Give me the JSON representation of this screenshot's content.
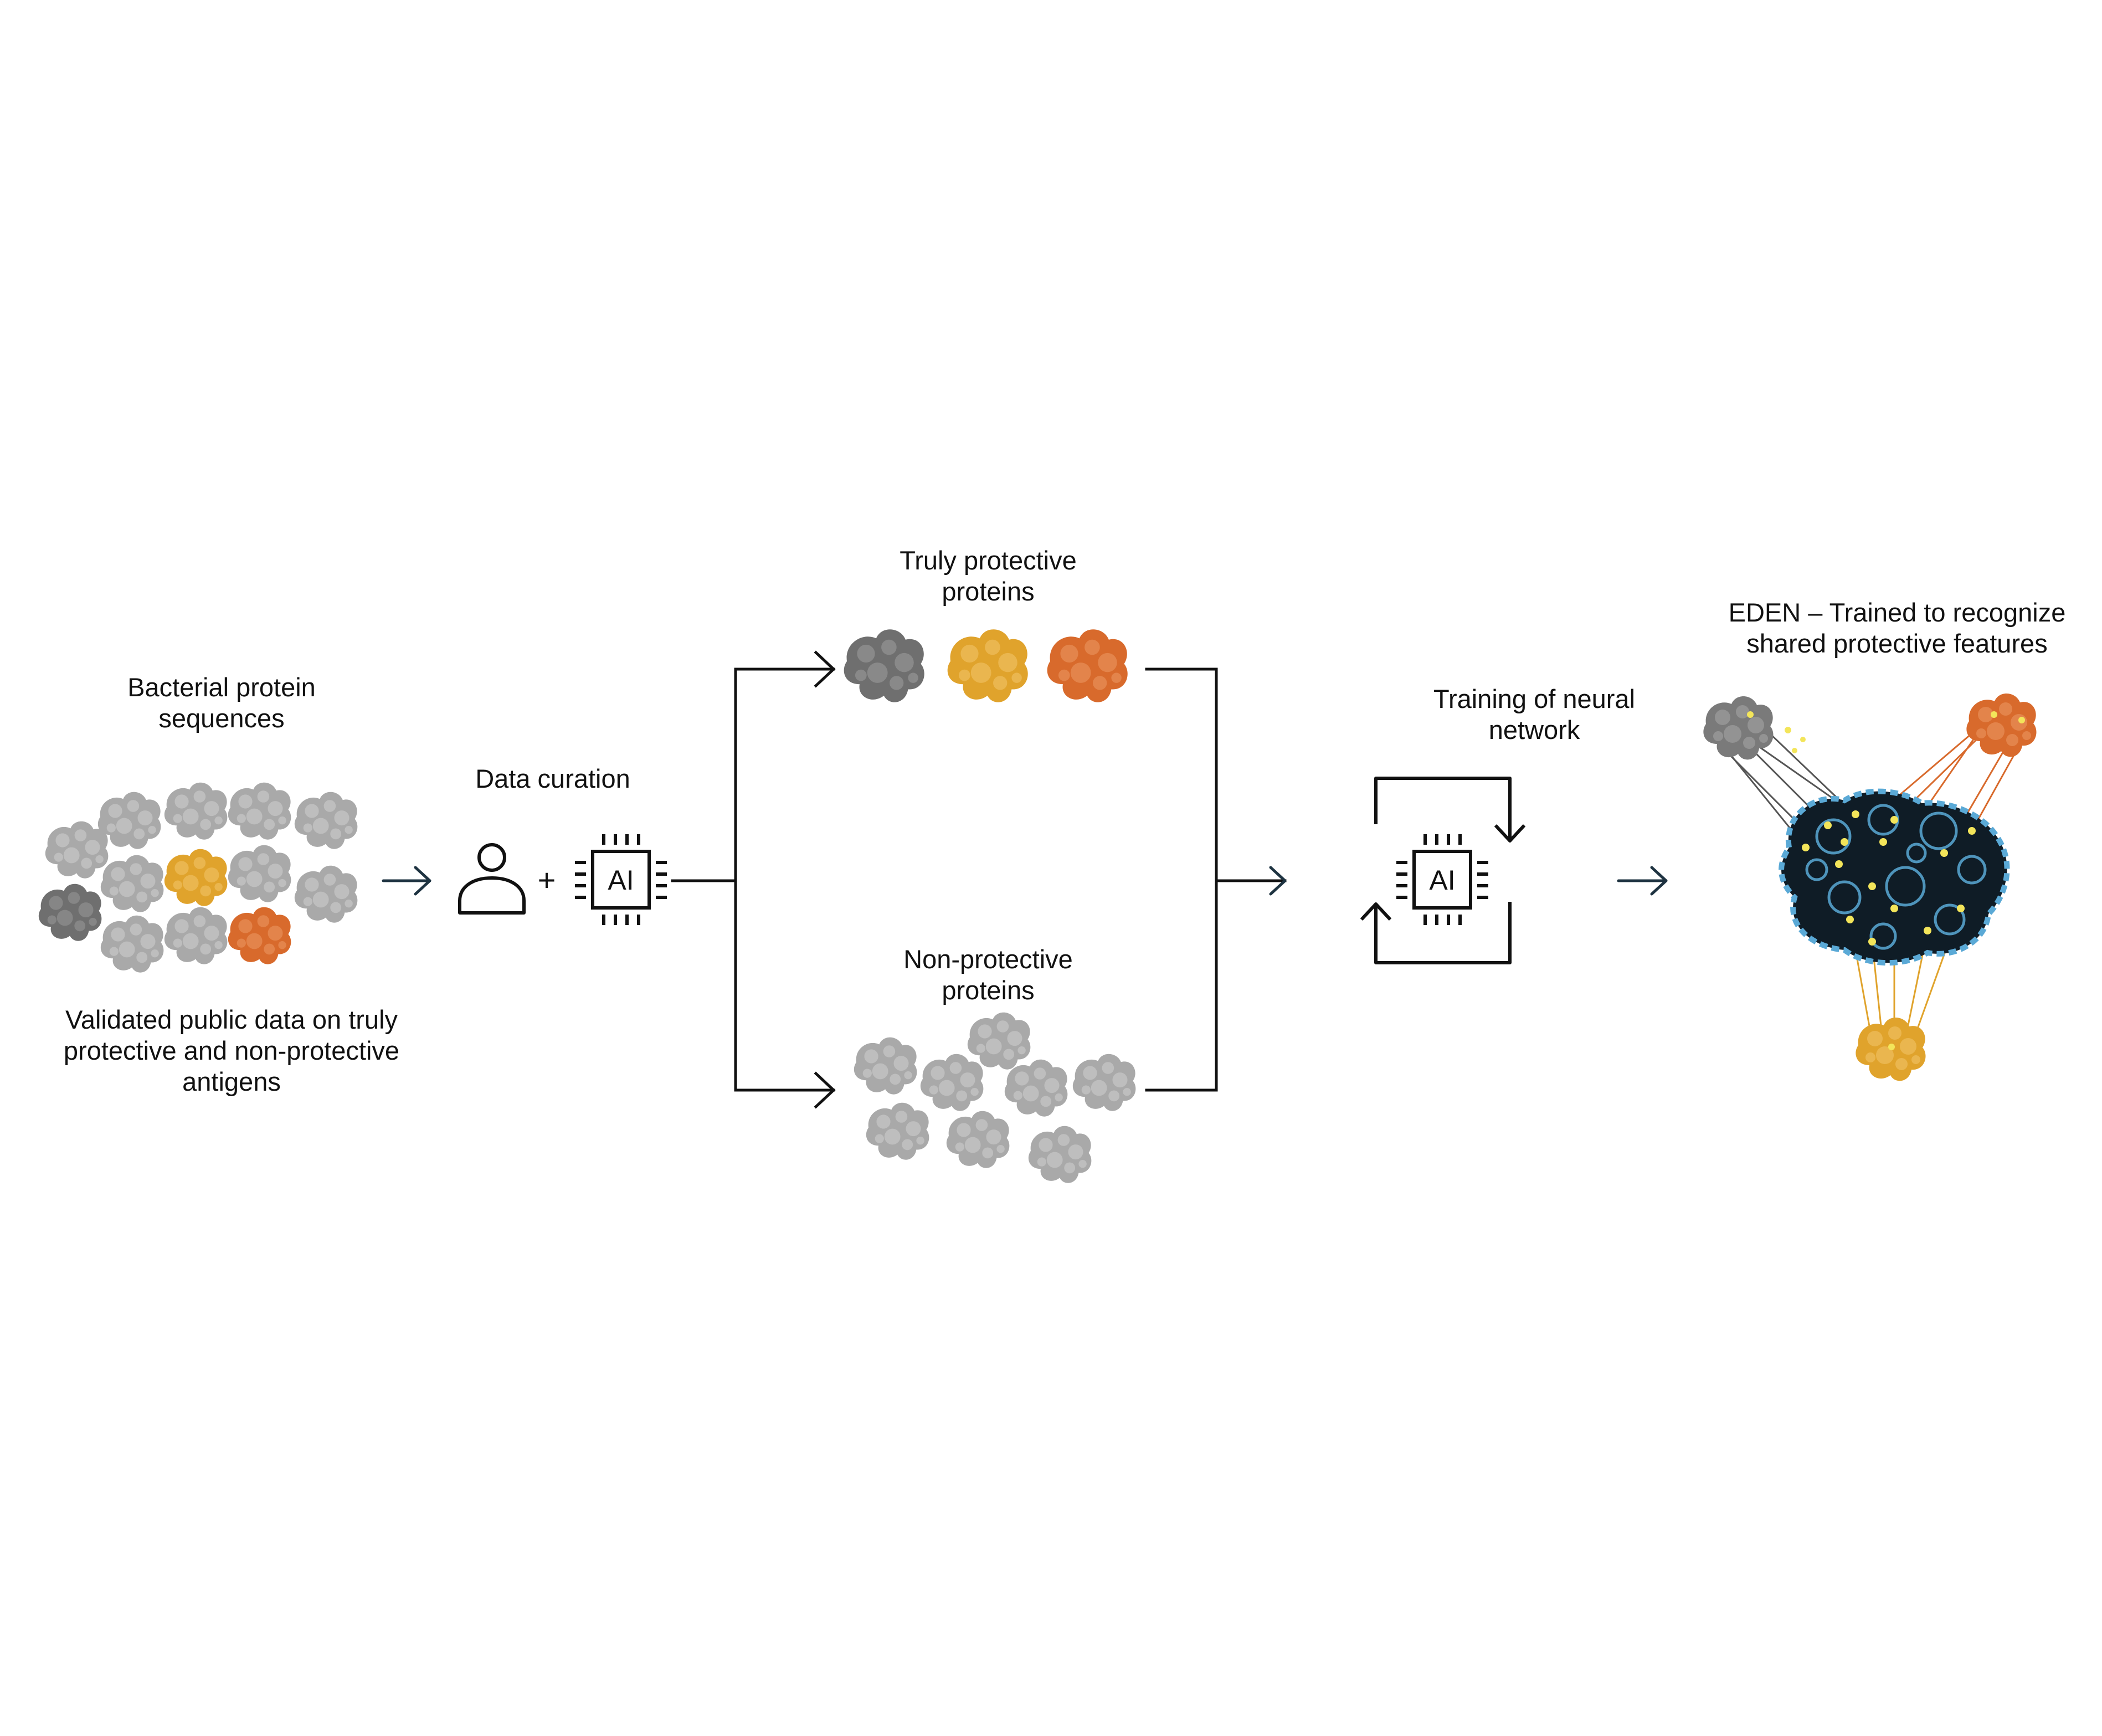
{
  "labels": {
    "sequences_line1": "Bacterial protein",
    "sequences_line2": "sequences",
    "validated_line1": "Validated public data on truly",
    "validated_line2": "protective and non-protective",
    "validated_line3": "antigens",
    "curation": "Data curation",
    "protective_line1": "Truly protective",
    "protective_line2": "proteins",
    "nonprotective_line1": "Non-protective",
    "nonprotective_line2": "proteins",
    "training_line1": "Training of neural",
    "training_line2": "network",
    "eden_line1": "EDEN – Trained to recognize",
    "eden_line2": "shared protective features"
  },
  "chips": {
    "curation_chip_text": "AI",
    "training_chip_text": "AI"
  },
  "operators": {
    "plus": "+"
  },
  "colors": {
    "protein_light_gray": "#a9a9a9",
    "protein_dark_gray": "#6f6f6f",
    "protein_gold": "#e0a32c",
    "protein_orange": "#d86a2c",
    "eden_core": "#0f1c26",
    "eden_mesh": "#5aa9d6",
    "eden_point": "#f3e55a",
    "arrow": "#1e3341",
    "line": "#111111"
  },
  "icons": {
    "person": "person-icon",
    "chip": "ai-chip-icon",
    "cycle": "training-cycle-icon",
    "arrow": "arrow-right-icon",
    "protein": "protein-blob-icon",
    "eden": "eden-network-icon"
  }
}
